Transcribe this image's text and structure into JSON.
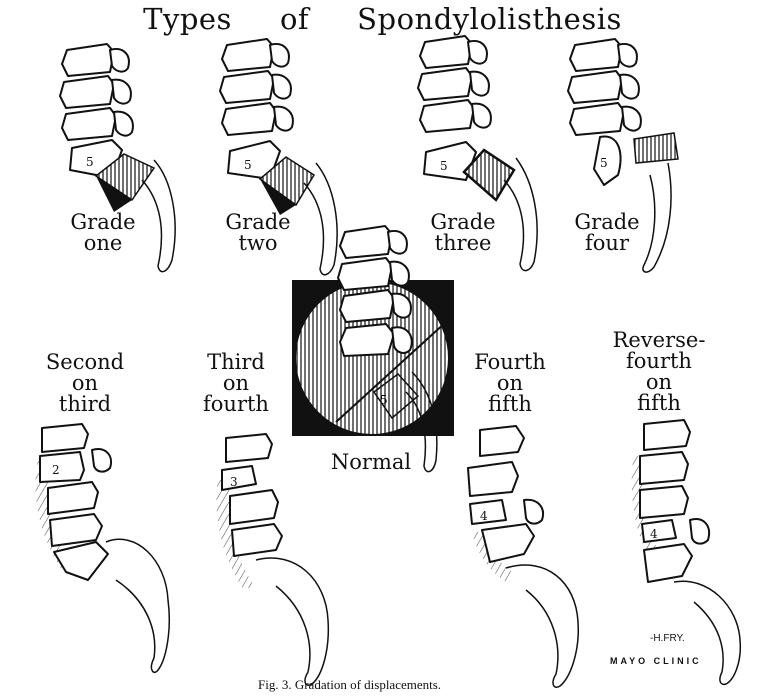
{
  "title": {
    "word1": "Types",
    "word2": "of",
    "word3": "Spondylolisthesis"
  },
  "grades": [
    {
      "line1": "Grade",
      "line2": "one",
      "vertebra": "5"
    },
    {
      "line1": "Grade",
      "line2": "two",
      "vertebra": "5"
    },
    {
      "line1": "Grade",
      "line2": "three",
      "vertebra": "5"
    },
    {
      "line1": "Grade",
      "line2": "four",
      "vertebra": "5"
    }
  ],
  "center": {
    "label": "Normal",
    "vertebra": "5"
  },
  "types": [
    {
      "line1": "Second",
      "line2": "on",
      "line3": "third",
      "vertebra": "2"
    },
    {
      "line1": "Third",
      "line2": "on",
      "line3": "fourth",
      "vertebra": "3"
    },
    {
      "line1": "Fourth",
      "line2": "on",
      "line3": "fifth",
      "vertebra": "4"
    },
    {
      "line0": "Reverse-",
      "line1": "fourth",
      "line2": "on",
      "line3": "fifth",
      "vertebra": "4"
    }
  ],
  "signature": "-H.FRY.",
  "credit": "MAYO CLINIC",
  "caption": "Fig. 3.  Gradation of displacements."
}
